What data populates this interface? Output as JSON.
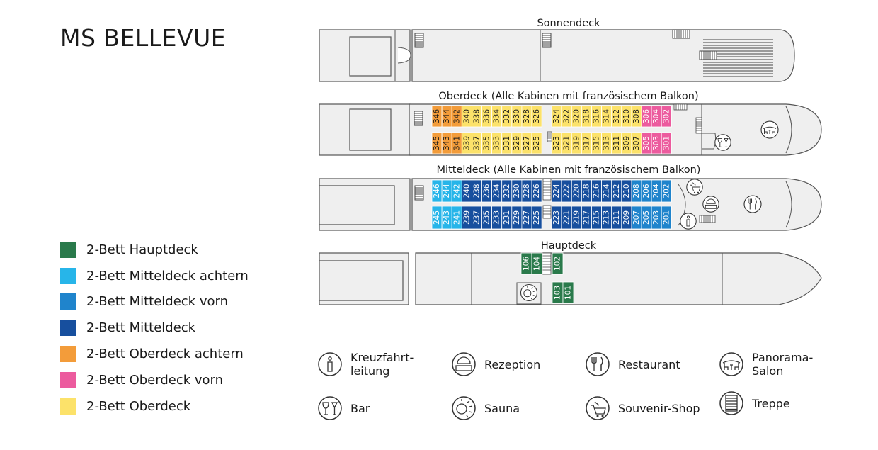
{
  "title": "MS BELLEVUE",
  "decks": {
    "sonnendeck": "Sonnendeck",
    "oberdeck": "Oberdeck (Alle Kabinen mit französischem Balkon)",
    "mitteldeck": "Mitteldeck (Alle Kabinen mit französischem Balkon)",
    "hauptdeck": "Hauptdeck"
  },
  "colors": {
    "hauptdeck": "#2a7a4b",
    "mittel_achtern": "#27b5e9",
    "mittel_vorn": "#1f84cc",
    "mittel": "#174f9e",
    "ober_achtern": "#f39c3a",
    "ober_vorn": "#ec5b9e",
    "ober": "#fce26a",
    "hull": "#efefef",
    "outline": "#555555"
  },
  "legend": [
    {
      "label": "2-Bett Hauptdeck",
      "color": "#2a7a4b"
    },
    {
      "label": "2-Bett Mitteldeck achtern",
      "color": "#27b5e9"
    },
    {
      "label": "2-Bett Mitteldeck vorn",
      "color": "#1f84cc"
    },
    {
      "label": "2-Bett Mitteldeck",
      "color": "#174f9e"
    },
    {
      "label": "2-Bett Oberdeck achtern",
      "color": "#f39c3a"
    },
    {
      "label": "2-Bett Oberdeck vorn",
      "color": "#ec5b9e"
    },
    {
      "label": "2-Bett Oberdeck",
      "color": "#fce26a"
    }
  ],
  "cabins": {
    "ober_top": [
      {
        "n": "346",
        "c": "ober_achtern"
      },
      {
        "n": "344",
        "c": "ober_achtern"
      },
      {
        "n": "342",
        "c": "ober_achtern"
      },
      {
        "n": "340",
        "c": "ober"
      },
      {
        "n": "338",
        "c": "ober"
      },
      {
        "n": "336",
        "c": "ober"
      },
      {
        "n": "334",
        "c": "ober"
      },
      {
        "n": "332",
        "c": "ober"
      },
      {
        "n": "330",
        "c": "ober"
      },
      {
        "n": "328",
        "c": "ober"
      },
      {
        "n": "326",
        "c": "ober"
      },
      {
        "n": "324",
        "c": "ober"
      },
      {
        "n": "322",
        "c": "ober"
      },
      {
        "n": "320",
        "c": "ober"
      },
      {
        "n": "318",
        "c": "ober"
      },
      {
        "n": "316",
        "c": "ober"
      },
      {
        "n": "314",
        "c": "ober"
      },
      {
        "n": "312",
        "c": "ober"
      },
      {
        "n": "310",
        "c": "ober"
      },
      {
        "n": "308",
        "c": "ober"
      },
      {
        "n": "306",
        "c": "ober_vorn"
      },
      {
        "n": "304",
        "c": "ober_vorn"
      },
      {
        "n": "302",
        "c": "ober_vorn"
      }
    ],
    "ober_bottom": [
      {
        "n": "345",
        "c": "ober_achtern"
      },
      {
        "n": "343",
        "c": "ober_achtern"
      },
      {
        "n": "341",
        "c": "ober_achtern"
      },
      {
        "n": "339",
        "c": "ober"
      },
      {
        "n": "337",
        "c": "ober"
      },
      {
        "n": "335",
        "c": "ober"
      },
      {
        "n": "333",
        "c": "ober"
      },
      {
        "n": "331",
        "c": "ober"
      },
      {
        "n": "329",
        "c": "ober"
      },
      {
        "n": "327",
        "c": "ober"
      },
      {
        "n": "325",
        "c": "ober"
      },
      {
        "n": "323",
        "c": "ober"
      },
      {
        "n": "321",
        "c": "ober"
      },
      {
        "n": "319",
        "c": "ober"
      },
      {
        "n": "317",
        "c": "ober"
      },
      {
        "n": "315",
        "c": "ober"
      },
      {
        "n": "313",
        "c": "ober"
      },
      {
        "n": "311",
        "c": "ober"
      },
      {
        "n": "309",
        "c": "ober"
      },
      {
        "n": "307",
        "c": "ober"
      },
      {
        "n": "305",
        "c": "ober_vorn"
      },
      {
        "n": "303",
        "c": "ober_vorn"
      },
      {
        "n": "301",
        "c": "ober_vorn"
      }
    ],
    "mittel_top": [
      {
        "n": "246",
        "c": "mittel_achtern"
      },
      {
        "n": "244",
        "c": "mittel_achtern"
      },
      {
        "n": "242",
        "c": "mittel_achtern"
      },
      {
        "n": "240",
        "c": "mittel"
      },
      {
        "n": "238",
        "c": "mittel"
      },
      {
        "n": "236",
        "c": "mittel"
      },
      {
        "n": "234",
        "c": "mittel"
      },
      {
        "n": "232",
        "c": "mittel"
      },
      {
        "n": "230",
        "c": "mittel"
      },
      {
        "n": "228",
        "c": "mittel"
      },
      {
        "n": "226",
        "c": "mittel"
      },
      {
        "n": "224",
        "c": "mittel"
      },
      {
        "n": "222",
        "c": "mittel"
      },
      {
        "n": "220",
        "c": "mittel"
      },
      {
        "n": "218",
        "c": "mittel"
      },
      {
        "n": "216",
        "c": "mittel"
      },
      {
        "n": "214",
        "c": "mittel"
      },
      {
        "n": "212",
        "c": "mittel"
      },
      {
        "n": "210",
        "c": "mittel"
      },
      {
        "n": "208",
        "c": "mittel_vorn"
      },
      {
        "n": "206",
        "c": "mittel_vorn"
      },
      {
        "n": "204",
        "c": "mittel_vorn"
      },
      {
        "n": "202",
        "c": "mittel_vorn"
      }
    ],
    "mittel_bottom": [
      {
        "n": "245",
        "c": "mittel_achtern"
      },
      {
        "n": "243",
        "c": "mittel_achtern"
      },
      {
        "n": "241",
        "c": "mittel_achtern"
      },
      {
        "n": "239",
        "c": "mittel"
      },
      {
        "n": "237",
        "c": "mittel"
      },
      {
        "n": "235",
        "c": "mittel"
      },
      {
        "n": "233",
        "c": "mittel"
      },
      {
        "n": "231",
        "c": "mittel"
      },
      {
        "n": "229",
        "c": "mittel"
      },
      {
        "n": "227",
        "c": "mittel"
      },
      {
        "n": "225",
        "c": "mittel"
      },
      {
        "n": "223",
        "c": "mittel"
      },
      {
        "n": "221",
        "c": "mittel"
      },
      {
        "n": "219",
        "c": "mittel"
      },
      {
        "n": "217",
        "c": "mittel"
      },
      {
        "n": "215",
        "c": "mittel"
      },
      {
        "n": "213",
        "c": "mittel"
      },
      {
        "n": "211",
        "c": "mittel"
      },
      {
        "n": "209",
        "c": "mittel"
      },
      {
        "n": "207",
        "c": "mittel_vorn"
      },
      {
        "n": "205",
        "c": "mittel_vorn"
      },
      {
        "n": "203",
        "c": "mittel_vorn"
      },
      {
        "n": "201",
        "c": "mittel_vorn"
      }
    ],
    "haupt_top": [
      "106",
      "104",
      "102"
    ],
    "haupt_bottom": [
      "103",
      "101"
    ]
  },
  "symbols": [
    {
      "id": "info",
      "icon": "info-icon",
      "label": "Kreuzfahrt-\nleitung"
    },
    {
      "id": "reception",
      "icon": "reception-icon",
      "label": "Rezeption"
    },
    {
      "id": "restaurant",
      "icon": "restaurant-icon",
      "label": "Restaurant"
    },
    {
      "id": "panorama",
      "icon": "panorama-salon-icon",
      "label": "Panorama-\nSalon"
    },
    {
      "id": "bar",
      "icon": "bar-icon",
      "label": "Bar"
    },
    {
      "id": "sauna",
      "icon": "sauna-icon",
      "label": "Sauna"
    },
    {
      "id": "shop",
      "icon": "souvenir-shop-icon",
      "label": "Souvenir-Shop"
    },
    {
      "id": "stairs",
      "icon": "stairs-icon",
      "label": "Treppe"
    }
  ]
}
